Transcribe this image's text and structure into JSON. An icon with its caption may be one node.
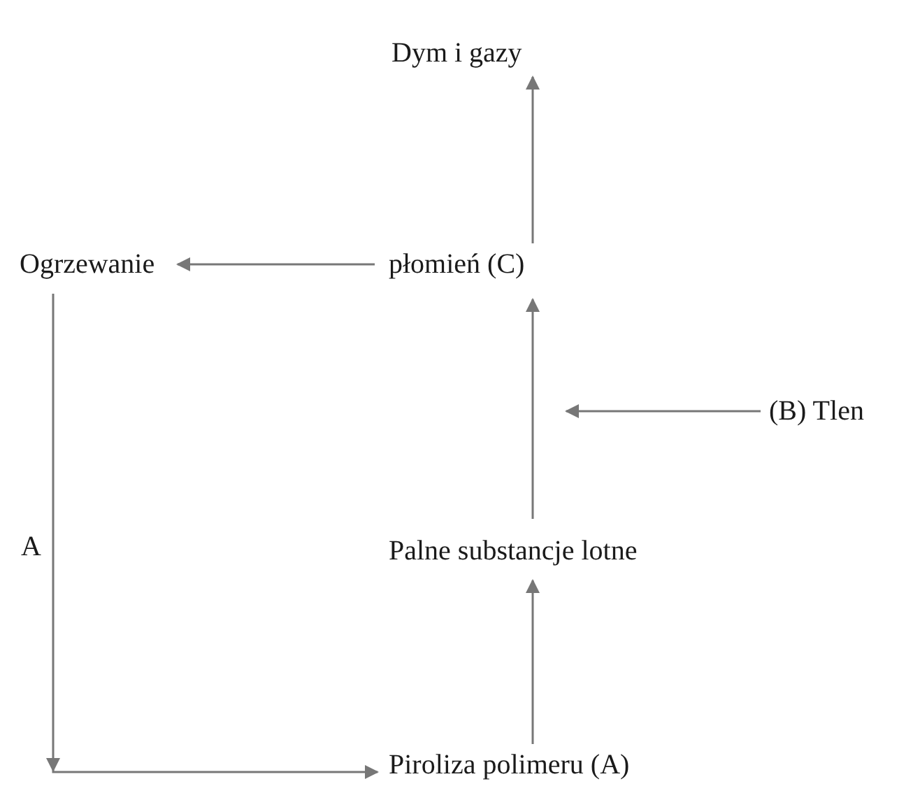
{
  "diagram": {
    "nodes": [
      {
        "text": [
          "Dym i gazy"
        ]
      },
      {
        "text": [
          "płomień (C)"
        ]
      },
      {
        "text": [
          "Ogrzewanie"
        ]
      },
      {
        "text": [
          "(B) Tlen"
        ]
      },
      {
        "text": [
          "Palne substancje lotne"
        ]
      },
      {
        "text": [
          "Piroliza polimeru (A)"
        ]
      }
    ],
    "edges": [
      {
        "from": 1,
        "to": 0,
        "arrow": "to"
      },
      {
        "from": 1,
        "to": 2,
        "arrow": "to"
      },
      {
        "from": 3,
        "to": null,
        "arrow": "to"
      },
      {
        "from": 4,
        "to": 1,
        "arrow": "to"
      },
      {
        "from": 5,
        "to": 4,
        "arrow": "to"
      },
      {
        "from": 2,
        "to": 5,
        "arrow": "to",
        "label": "A"
      }
    ]
  }
}
